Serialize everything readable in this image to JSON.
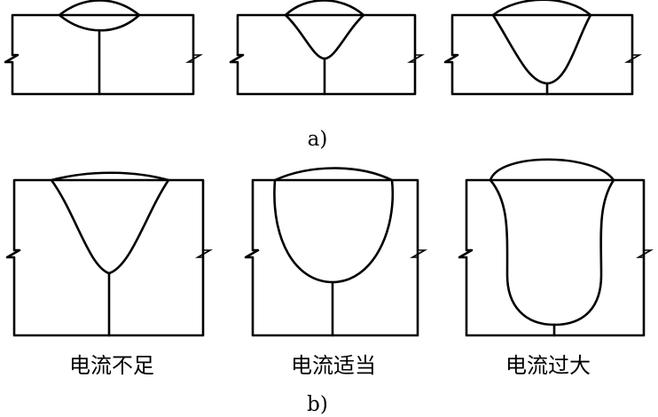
{
  "figure": {
    "part_a_label": "a)",
    "part_b_label": "b)",
    "captions": [
      "电流不足",
      "电流适当",
      "电流过大"
    ]
  }
}
